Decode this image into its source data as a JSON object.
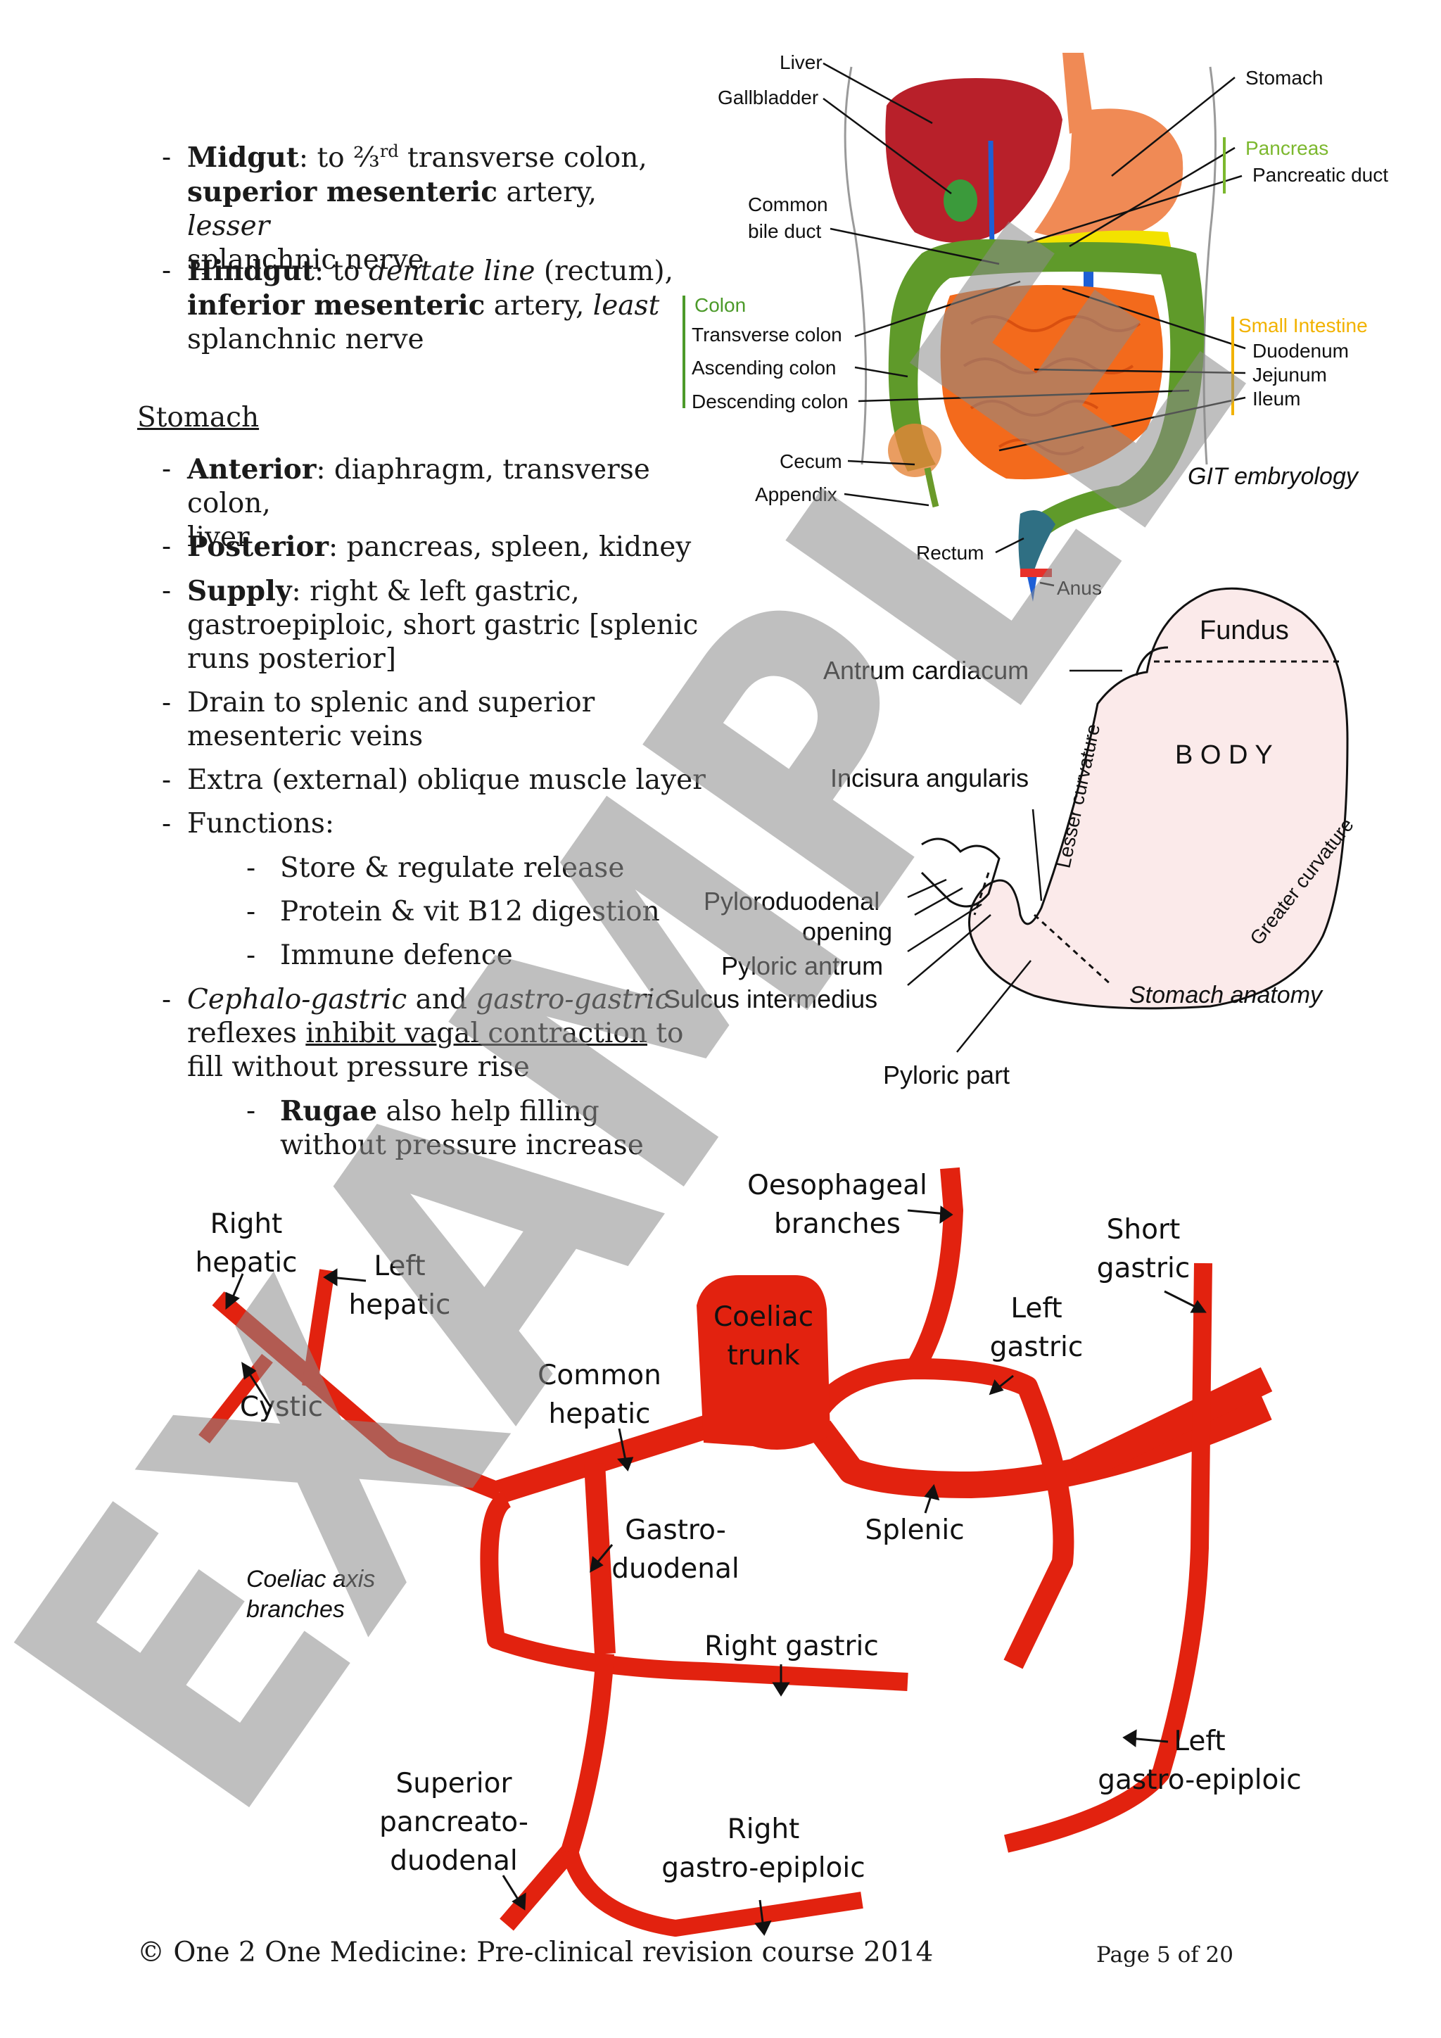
{
  "notes": {
    "midgut": {
      "term": "Midgut",
      "t1": ": to ",
      "frac": "⅔",
      "sup": "rd",
      "t2": " transverse colon,",
      "artery": "superior mesenteric",
      "t3": " artery, ",
      "nerve": "lesser",
      "t4": "splanchnic nerve"
    },
    "hindgut": {
      "term": "Hindgut",
      "t1": ": to ",
      "line": "dentate line",
      "t2": " (rectum),",
      "artery": "inferior mesenteric",
      "t3": " artery, ",
      "nerve": "least",
      "t4": "splanchnic nerve"
    },
    "stomach_heading": "Stomach",
    "anterior": {
      "term": "Anterior",
      "l1": ": diaphragm, transverse colon,",
      "l2": "liver"
    },
    "posterior": {
      "term": "Posterior",
      "l1": ": pancreas, spleen, kidney"
    },
    "supply": {
      "term": "Supply",
      "l1": ": right & left gastric,",
      "l2": "gastroepiploic, short gastric [splenic",
      "l3": "runs posterior]"
    },
    "drain": {
      "l1": "Drain to splenic and superior",
      "l2": "mesenteric veins"
    },
    "oblique": "Extra (external) oblique muscle layer",
    "functions": "Functions:",
    "functions_list": [
      "Store & regulate release",
      "Protein & vit B12 digestion",
      "Immune defence"
    ],
    "reflex": {
      "a": "Cephalo-gastric",
      "b": " and ",
      "c": "gastro-gastric",
      "d": "reflexes ",
      "e": "inhibit vagal contraction",
      "f": " to",
      "g": "fill without pressure rise"
    },
    "rugae": {
      "term": "Rugae",
      "l1": " also help filling",
      "l2": "without pressure increase"
    }
  },
  "git_diagram": {
    "caption": "GIT embryology",
    "labels": {
      "liver": "Liver",
      "gallbladder": "Gallbladder",
      "stomach": "Stomach",
      "pancreas": "Pancreas",
      "pancreatic_duct": "Pancreatic duct",
      "common_bile_duct_1": "Common",
      "common_bile_duct_2": "bile duct",
      "colon": "Colon",
      "transverse_colon": "Transverse colon",
      "ascending_colon": "Ascending colon",
      "descending_colon": "Descending colon",
      "small_intestine": "Small Intestine",
      "duodenum": "Duodenum",
      "jejunum": "Jejunum",
      "ileum": "Ileum",
      "cecum": "Cecum",
      "appendix": "Appendix",
      "rectum": "Rectum",
      "anus": "Anus"
    },
    "colors": {
      "liver": "#b8202a",
      "stomach": "#f08a55",
      "pancreas": "#f2e200",
      "colon": "#5f9a2a",
      "small_intestine": "#f36a1c",
      "duct": "#1d5fd6",
      "rectum": "#2f6f83",
      "anus_band": "#e8302a",
      "pancreas_label": "#7cb82e",
      "small_intestine_label": "#f2b200",
      "colon_label": "#4c9a2a"
    }
  },
  "stomach_diagram": {
    "caption": "Stomach anatomy",
    "labels": {
      "fundus": "Fundus",
      "antrum_cardiacum": "Antrum cardiacum",
      "body": "B O D Y",
      "incisura_angularis": "Incisura angularis",
      "lesser_curvature": "Lesser curvature",
      "greater_curvature": "Greater curvature",
      "pyloroduodenal_1": "Pyloroduodenal",
      "pyloroduodenal_2": "opening",
      "pyloric_antrum": "Pyloric antrum",
      "sulcus_intermedius": "Sulcus intermedius",
      "pyloric_part": "Pyloric part"
    },
    "fill_color": "#fbeaea"
  },
  "coeliac_diagram": {
    "caption_1": "Coeliac axis",
    "caption_2": "branches",
    "artery_color": "#e2220f",
    "labels": {
      "oesophageal_1": "Oesophageal",
      "oesophageal_2": "branches",
      "right_hepatic_1": "Right",
      "right_hepatic_2": "hepatic",
      "left_hepatic_1": "Left",
      "left_hepatic_2": "hepatic",
      "short_gastric_1": "Short",
      "short_gastric_2": "gastric",
      "coeliac_1": "Coeliac",
      "coeliac_2": "trunk",
      "left_gastric_1": "Left",
      "left_gastric_2": "gastric",
      "cystic": "Cystic",
      "common_hepatic_1": "Common",
      "common_hepatic_2": "hepatic",
      "splenic": "Splenic",
      "gastroduodenal_1": "Gastro-",
      "gastroduodenal_2": "duodenal",
      "right_gastric": "Right gastric",
      "left_gastro_epiploic_1": "Left",
      "left_gastro_epiploic_2": "gastro-epiploic",
      "sup_pd_1": "Superior",
      "sup_pd_2": "pancreato-",
      "sup_pd_3": "duodenal",
      "right_ge_1": "Right",
      "right_ge_2": "gastro-epiploic"
    }
  },
  "watermark": "EXAMPLE",
  "footer": {
    "copyright": "© One 2 One Medicine: Pre-clinical revision course 2014",
    "page": "Page 5 of 20"
  }
}
